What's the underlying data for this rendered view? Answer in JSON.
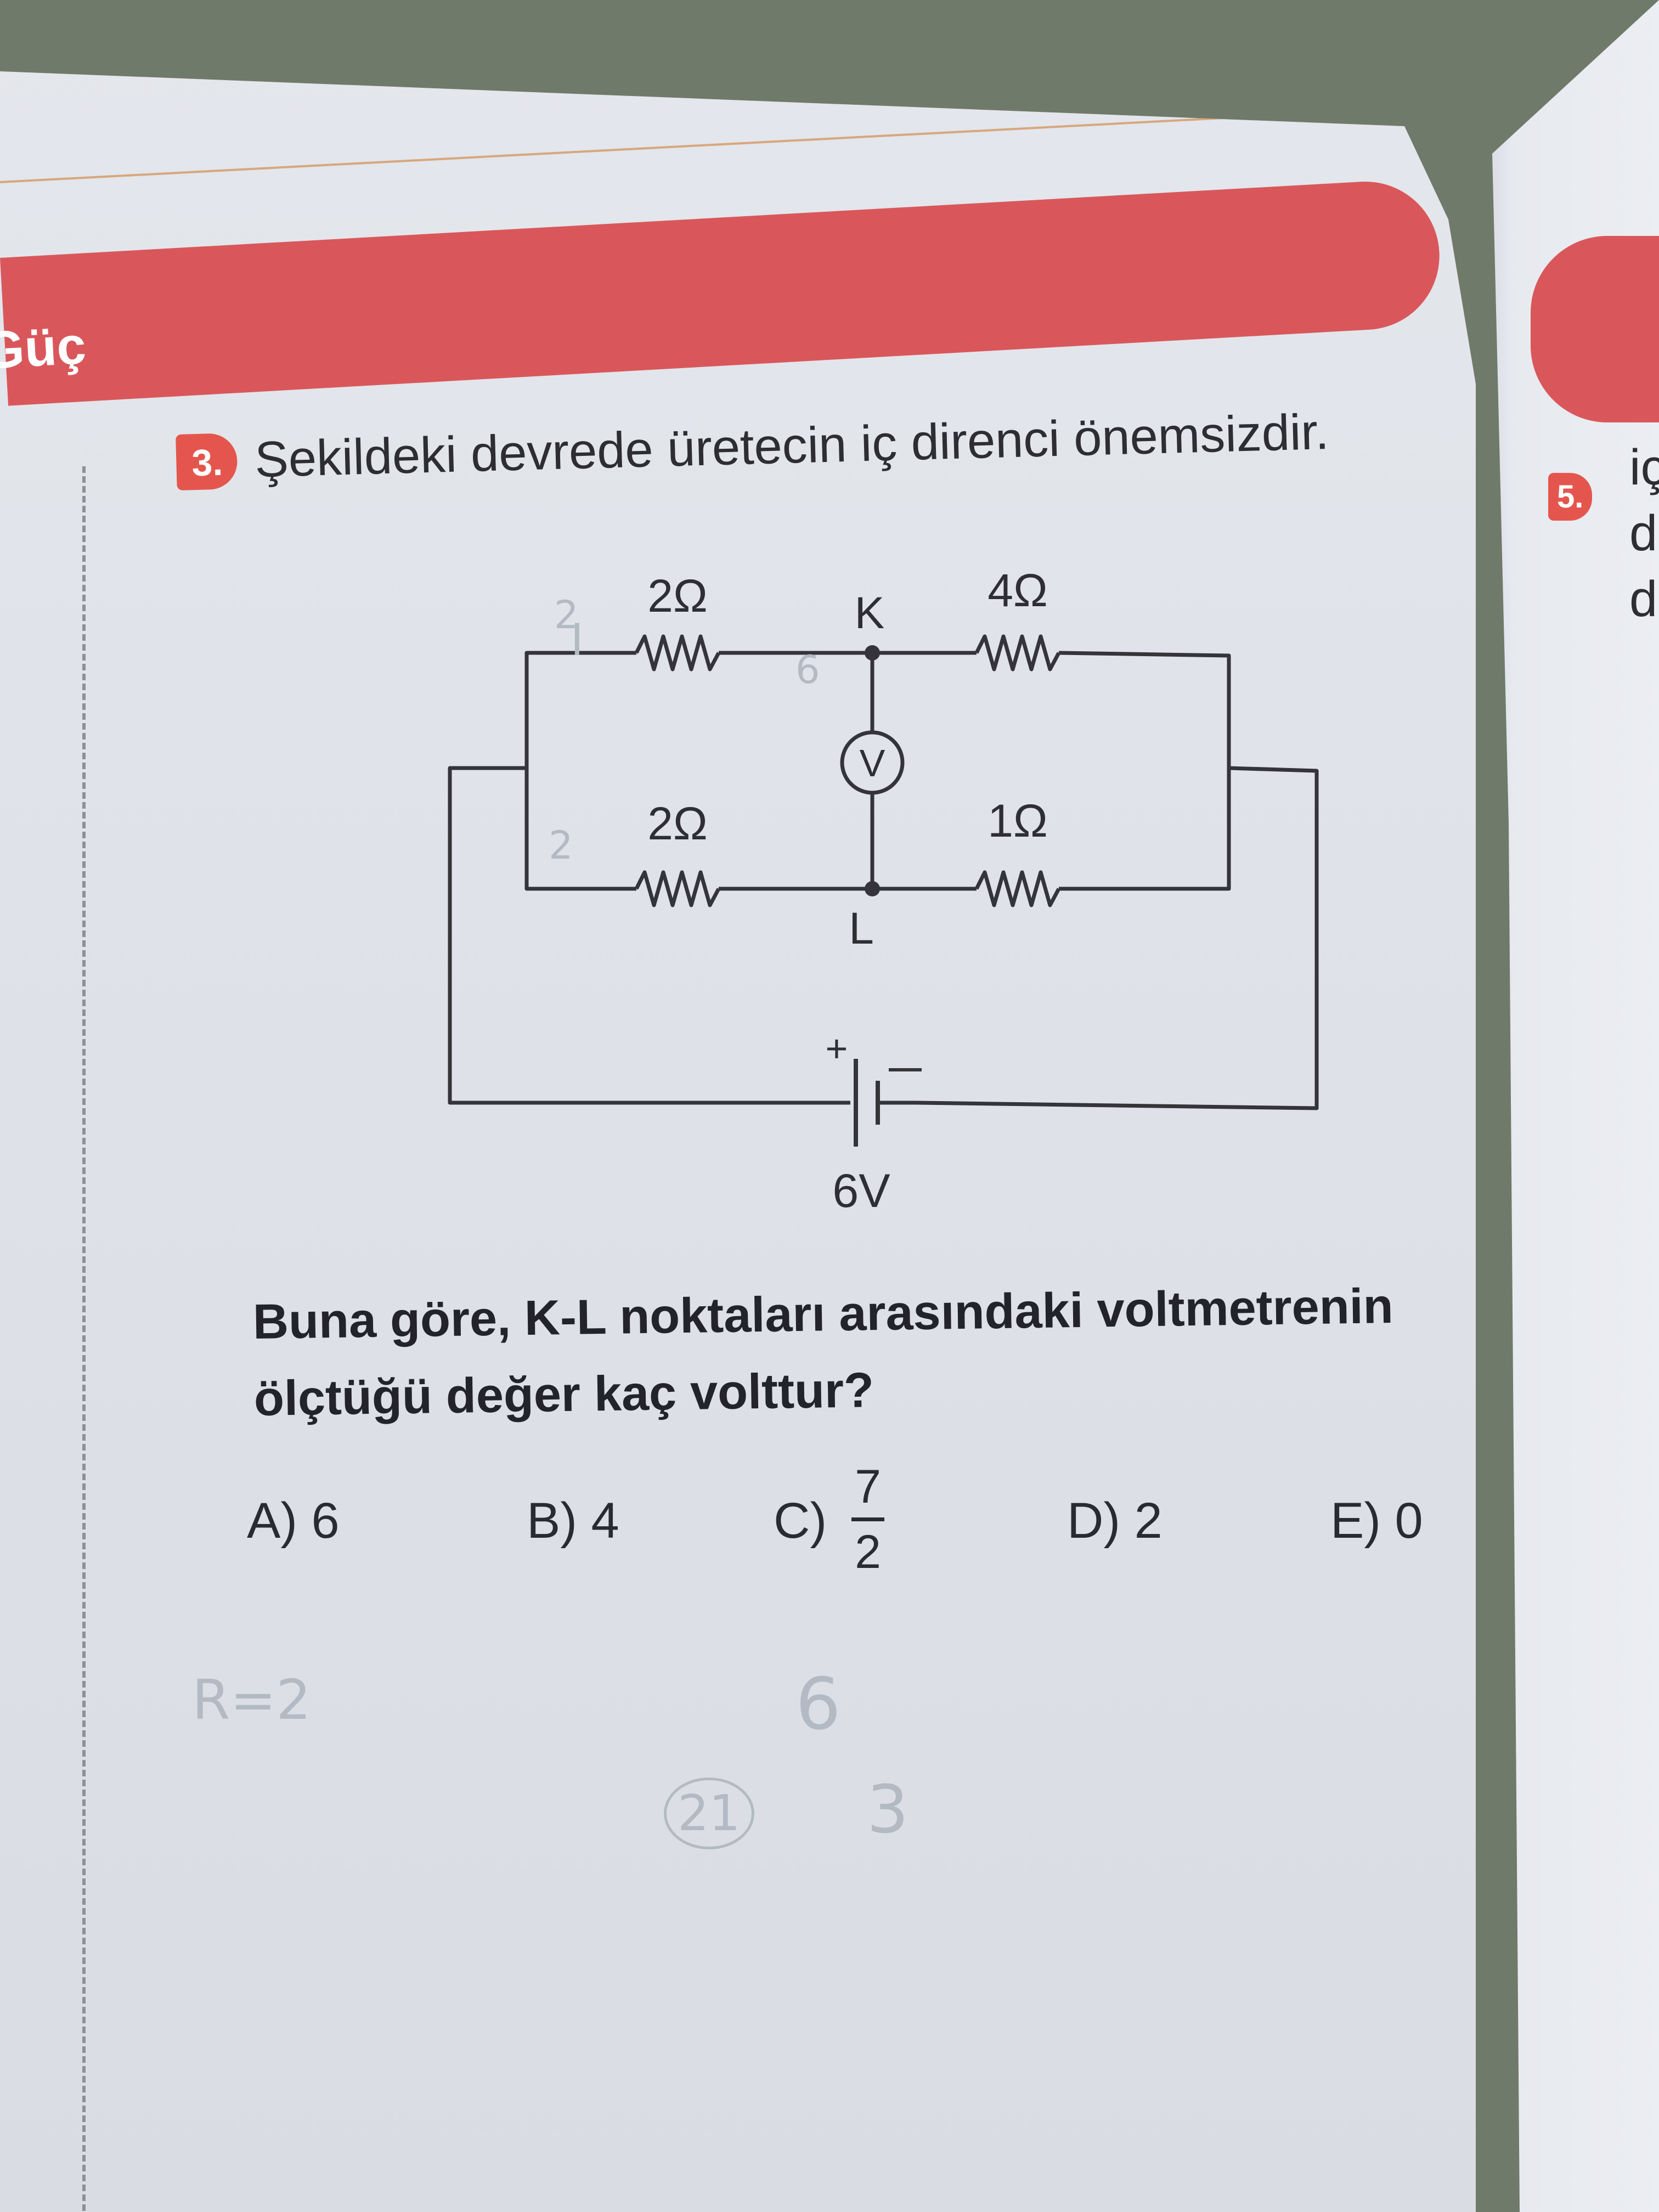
{
  "chapter": {
    "title": "Güç"
  },
  "question": {
    "number": "3.",
    "stem": "Şekildeki devrede üretecin iç direnci önemsizdir.",
    "prompt_line1": "Buna göre, K-L noktaları arasındaki voltmetrenin",
    "prompt_line2": "ölçtüğü değer kaç volttur?",
    "options": {
      "a": "A) 6",
      "b": "B) 4",
      "c_label": "C)",
      "c_numerator": "7",
      "c_denominator": "2",
      "d": "D) 2",
      "e": "E) 0"
    }
  },
  "circuit": {
    "r_top_left": "2Ω",
    "r_top_right": "4Ω",
    "r_bottom_left": "2Ω",
    "r_bottom_right": "1Ω",
    "node_k": "K",
    "node_l": "L",
    "meter": "V",
    "battery_plus": "+",
    "battery_voltage": "6V"
  },
  "pencil_notes": {
    "note1": "2",
    "note2": "2",
    "note3": "6",
    "note4": "3",
    "note5": "R=2",
    "note6": "6",
    "note7": "21",
    "note8": "I"
  },
  "right_page": {
    "number": "5.",
    "line1": "iç",
    "line2": "d",
    "line3": "d"
  }
}
